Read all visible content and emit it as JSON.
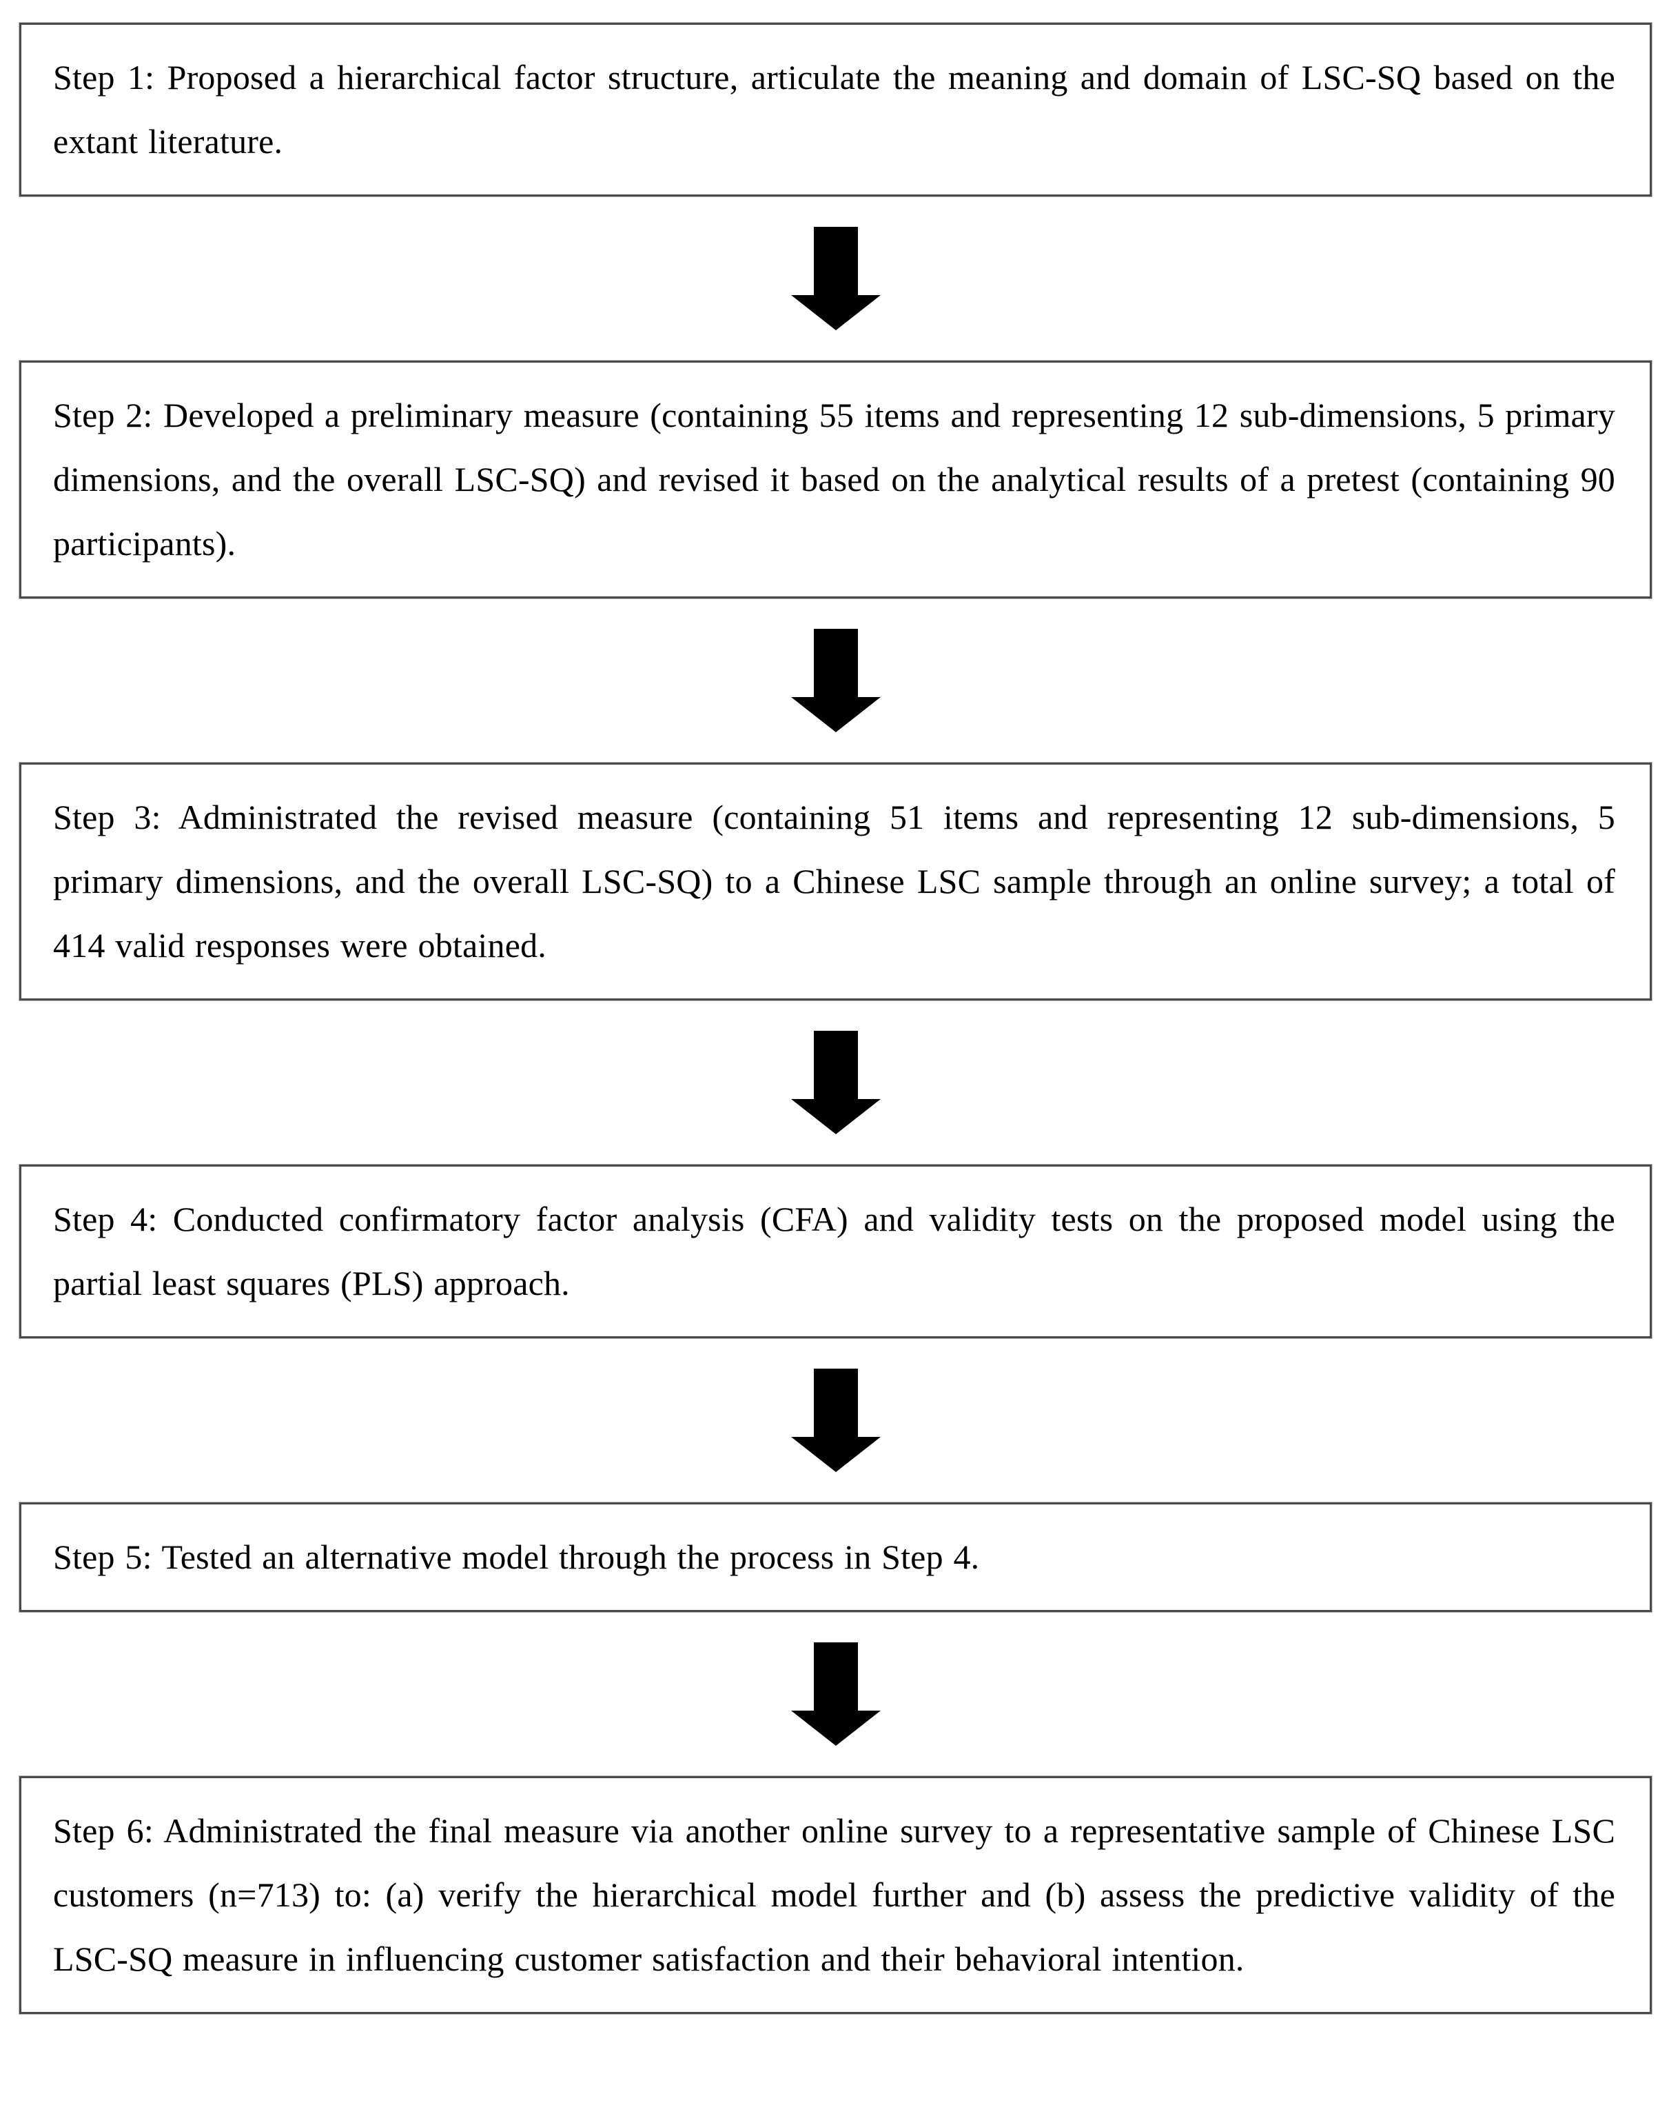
{
  "figure": {
    "type": "flowchart",
    "direction": "top-down",
    "connector": "down-arrow",
    "colors": {
      "background": "#ffffff",
      "box_fill": "#ffffff",
      "box_border": "#4a4a4a",
      "arrow": "#000000",
      "text": "#000000"
    }
  },
  "steps": [
    {
      "label": "Step 1",
      "text": "Step 1: Proposed a hierarchical factor structure, articulate the meaning and domain of LSC-SQ based on the extant literature."
    },
    {
      "label": "Step 2",
      "text": "Step 2: Developed a preliminary measure (containing 55 items and representing 12 sub-dimensions, 5 primary dimensions, and the overall LSC-SQ) and revised it based on the analytical results of a pretest (containing 90 participants)."
    },
    {
      "label": "Step 3",
      "text": "Step 3: Administrated the revised measure (containing 51 items and representing 12 sub-dimensions, 5 primary dimensions, and the overall LSC-SQ) to a Chinese LSC sample through an online survey; a total of 414 valid responses were obtained."
    },
    {
      "label": "Step 4",
      "text": "Step 4: Conducted confirmatory factor analysis (CFA) and validity tests on the proposed model using the partial least squares (PLS) approach."
    },
    {
      "label": "Step 5",
      "text": "Step 5: Tested an alternative model through the process in Step 4."
    },
    {
      "label": "Step 6",
      "text": "Step 6: Administrated the final measure via another online survey to a representative sample of Chinese LSC customers (n=713) to: (a) verify the hierarchical model further and (b) assess the predictive validity of the LSC-SQ measure in influencing customer satisfaction and their behavioral intention."
    }
  ]
}
